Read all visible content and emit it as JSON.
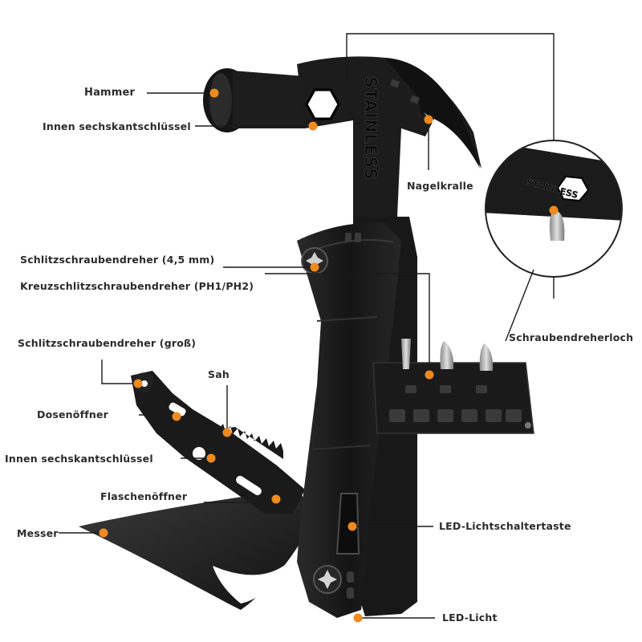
{
  "accent_color": "#ee8a1e",
  "tool_color": "#1c1c1c",
  "engraving": "STAINLESS",
  "inset_engraving": "STAINLESS",
  "labels": {
    "hammer": "Hammer",
    "hex_key_top": "Innen sechskantschlüssel",
    "claw": "Nagelkralle",
    "slot_small": "Schlitzschraubendreher (4,5 mm)",
    "phillips": "Kreuzschlitzschraubendreher (PH1/PH2)",
    "slot_large": "Schlitzschraubendreher (groß)",
    "saw": "Sah",
    "can_opener": "Dosenöffner",
    "hex_key_bottom": "Innen sechskantschlüssel",
    "bottle_opener": "Flaschenöffner",
    "knife": "Messer",
    "screwdriver_hole": "Schraubendreherloch",
    "led_switch": "LED-Lichtschaltertaste",
    "led_light": "LED-Licht"
  }
}
